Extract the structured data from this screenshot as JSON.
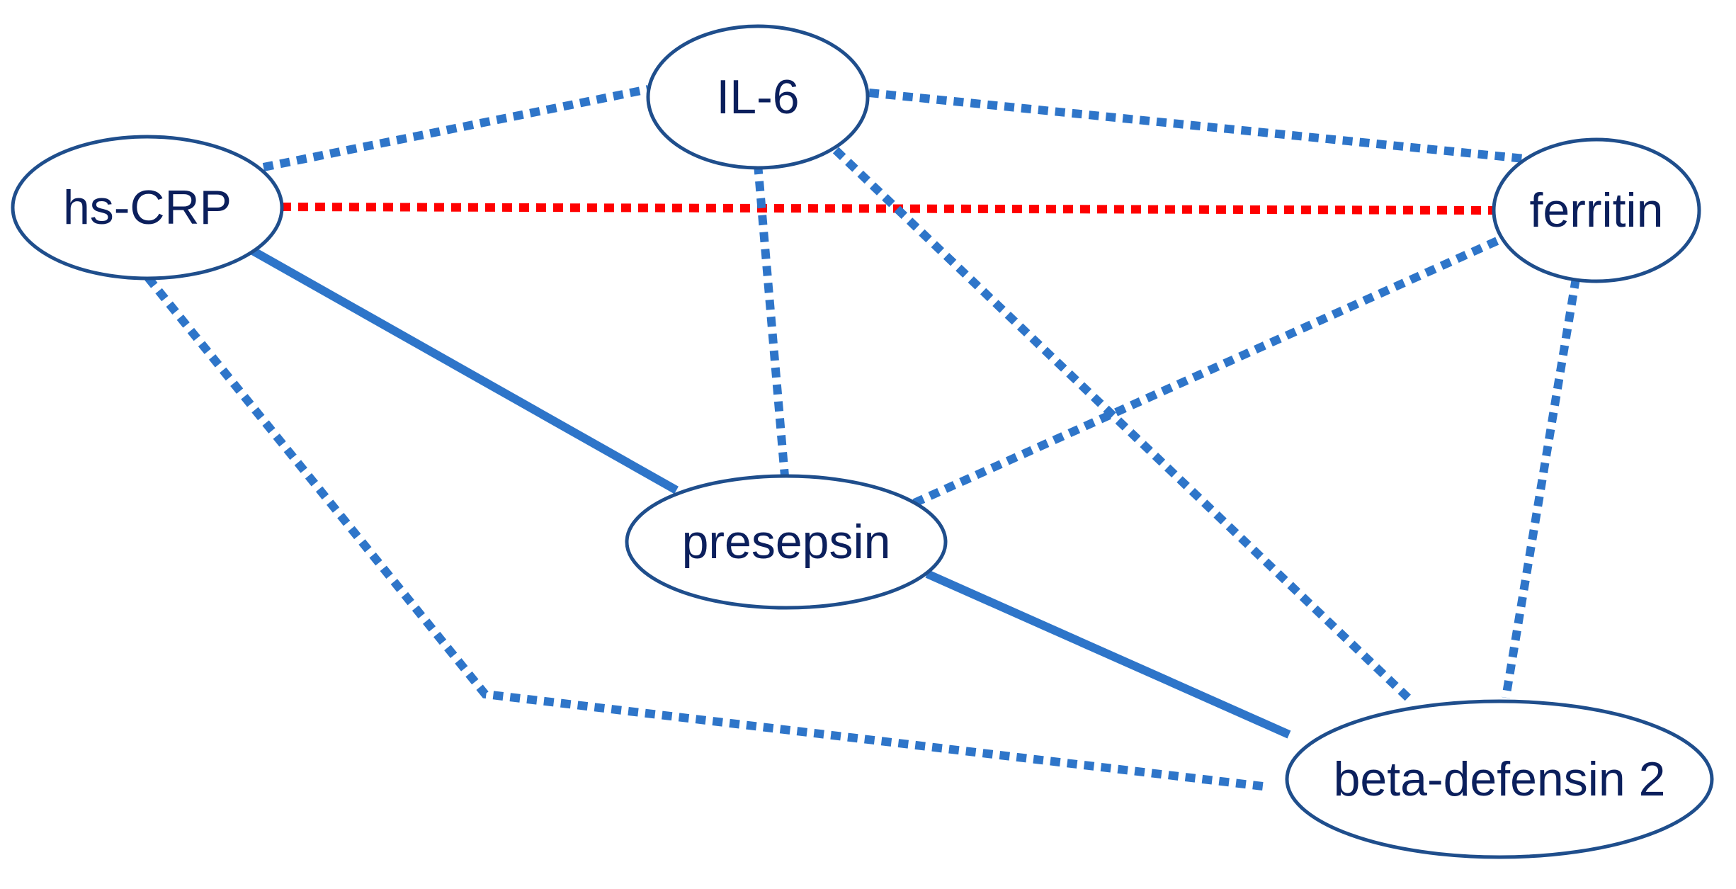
{
  "diagram": {
    "colors": {
      "node_stroke": "#1f4e8c",
      "node_text": "#0b1f5c",
      "edge_blue": "#2e75c9",
      "edge_red": "#ff0000"
    },
    "nodes": [
      {
        "id": "il6",
        "label": "IL-6"
      },
      {
        "id": "hscrp",
        "label": "hs-CRP"
      },
      {
        "id": "ferritin",
        "label": "ferritin"
      },
      {
        "id": "presepsin",
        "label": "presepsin"
      },
      {
        "id": "bd2",
        "label": "beta-defensin 2"
      }
    ],
    "edges": [
      {
        "from": "hscrp",
        "to": "il6",
        "style": "dotted",
        "color": "blue"
      },
      {
        "from": "il6",
        "to": "ferritin",
        "style": "dotted",
        "color": "blue"
      },
      {
        "from": "hscrp",
        "to": "ferritin",
        "style": "dotted",
        "color": "red"
      },
      {
        "from": "il6",
        "to": "presepsin",
        "style": "dotted",
        "color": "blue"
      },
      {
        "from": "il6",
        "to": "bd2",
        "style": "dotted",
        "color": "blue"
      },
      {
        "from": "hscrp",
        "to": "presepsin",
        "style": "solid",
        "color": "blue"
      },
      {
        "from": "presepsin",
        "to": "ferritin",
        "style": "dotted",
        "color": "blue"
      },
      {
        "from": "ferritin",
        "to": "bd2",
        "style": "dotted",
        "color": "blue"
      },
      {
        "from": "presepsin",
        "to": "bd2",
        "style": "solid",
        "color": "blue"
      },
      {
        "from": "hscrp",
        "to": "bd2",
        "style": "dotted",
        "color": "blue",
        "routed": true
      }
    ]
  }
}
